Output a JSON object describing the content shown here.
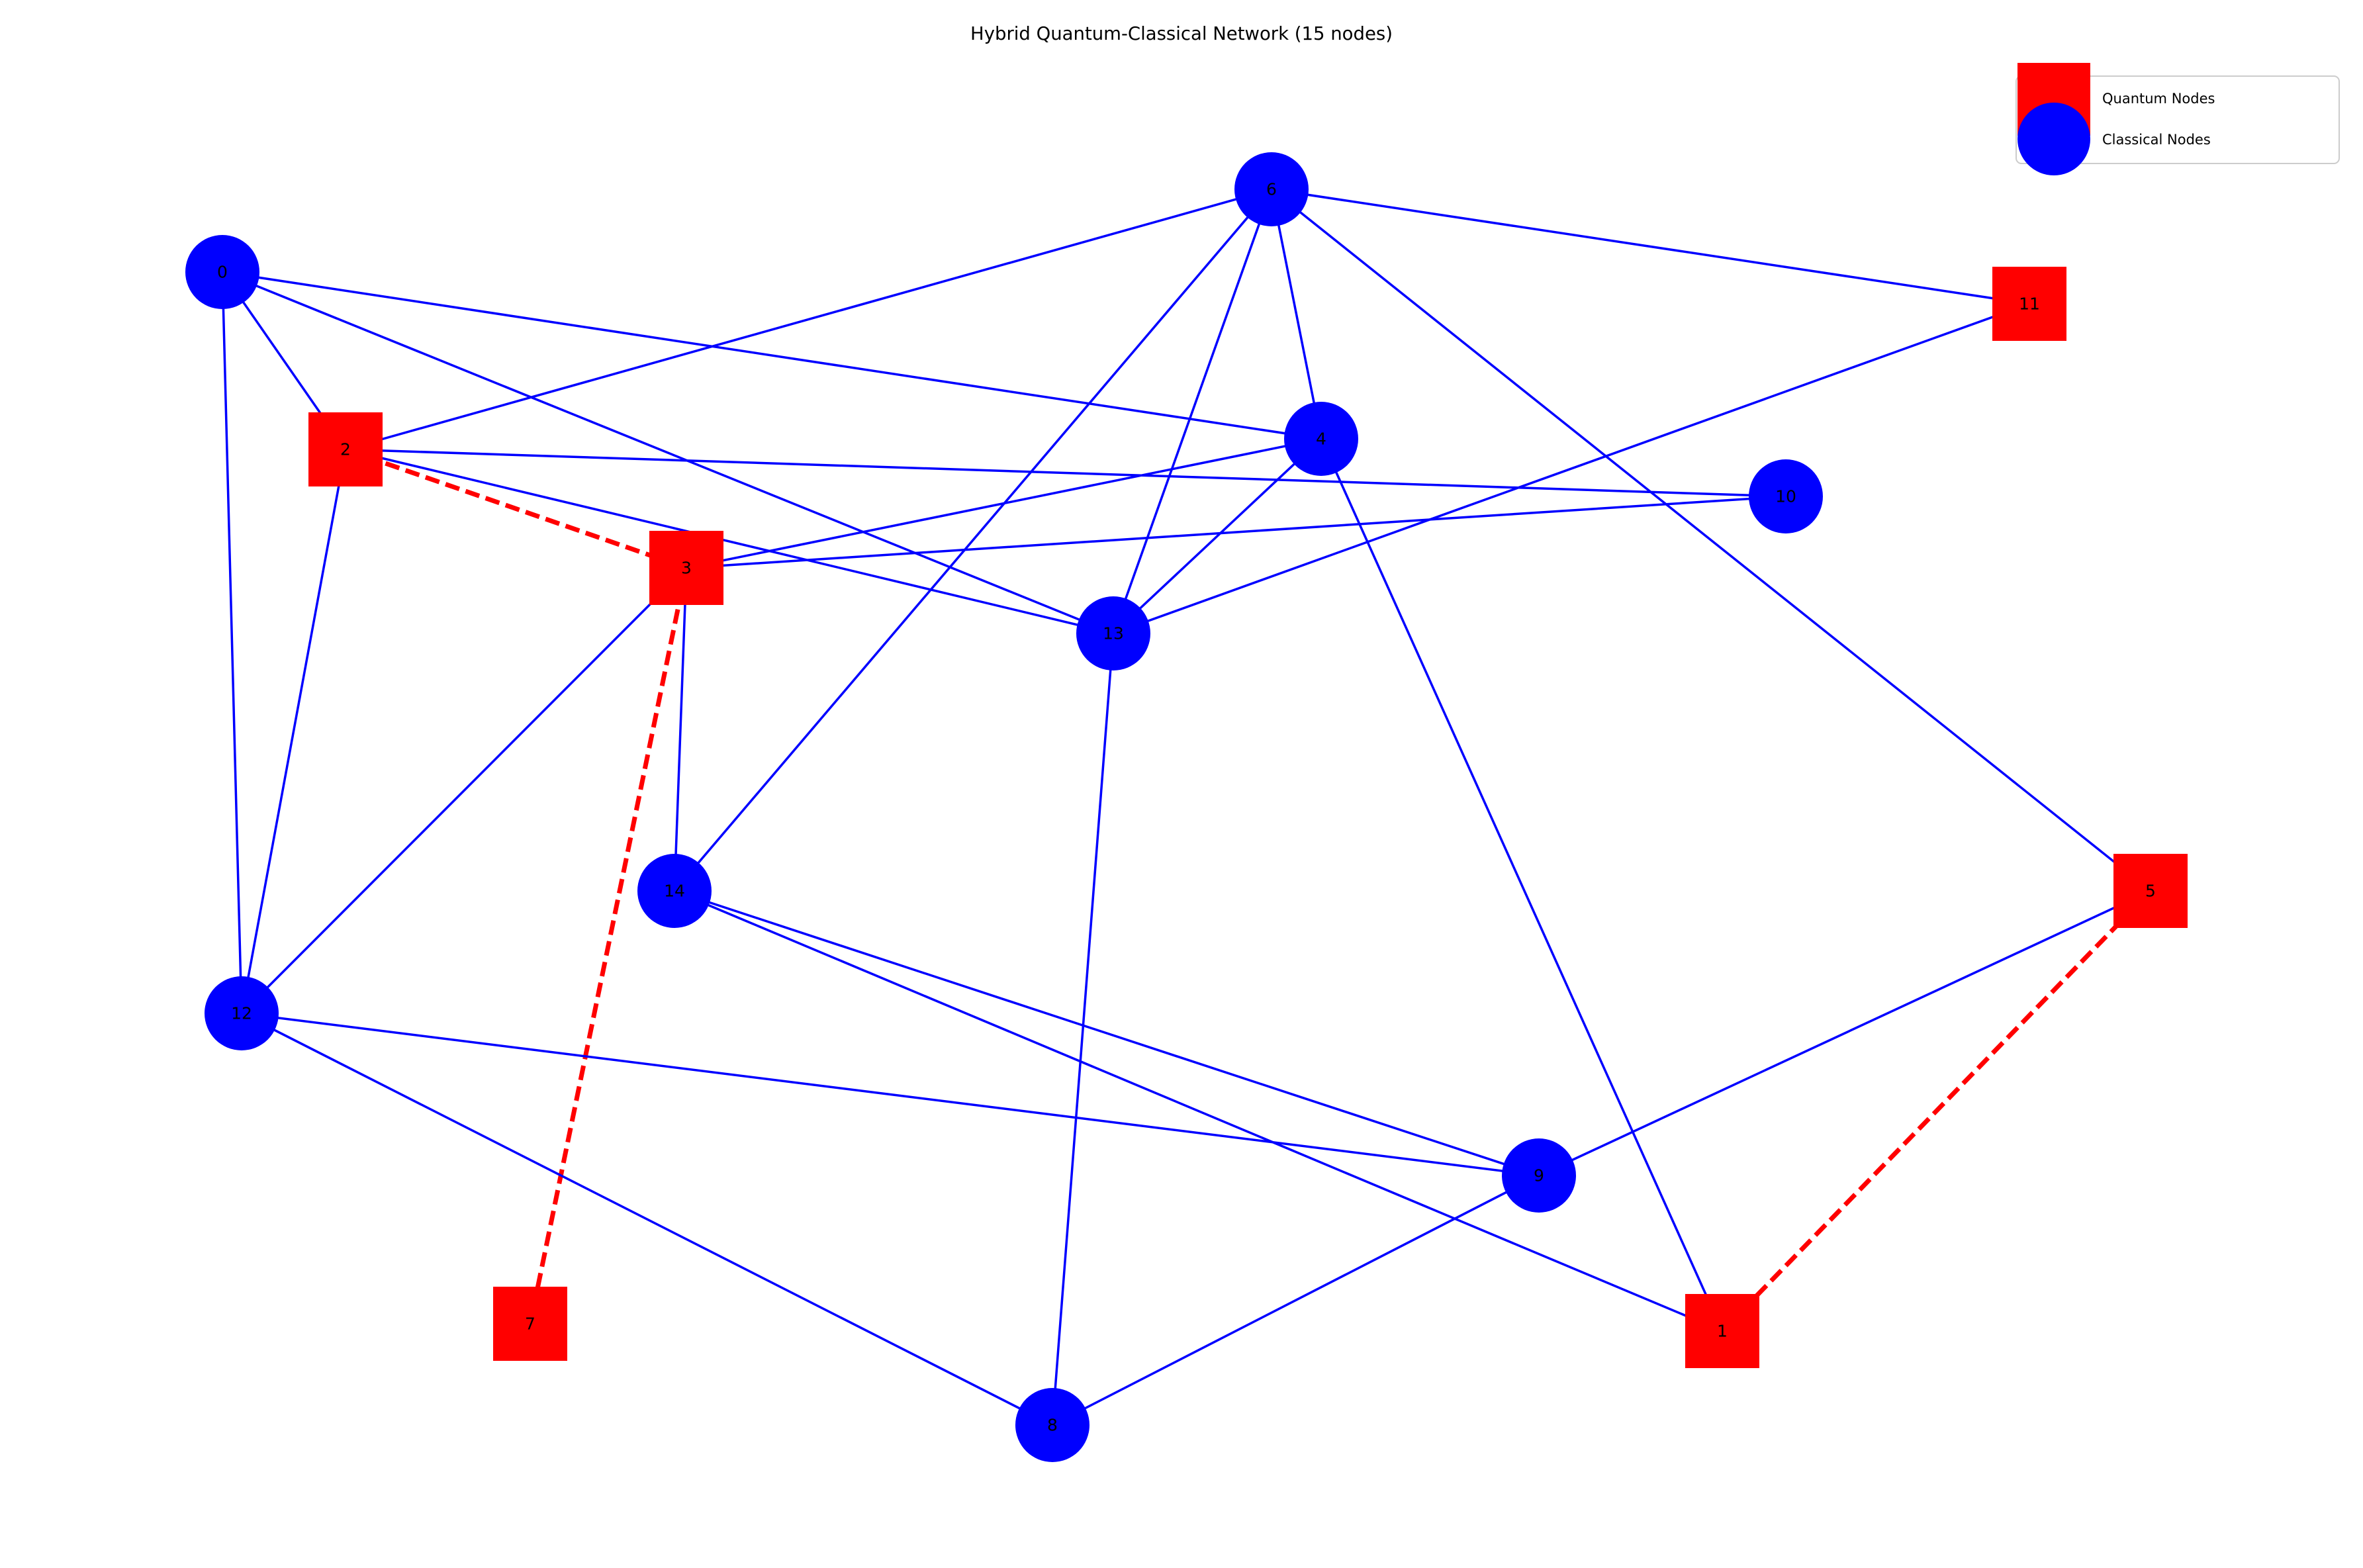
{
  "title": "Hybrid Quantum-Classical Network (15 nodes)",
  "legend": {
    "quantum_label": "Quantum Nodes",
    "classical_label": "Classical Nodes"
  },
  "colors": {
    "quantum": "#ff0000",
    "classical": "#0000ff",
    "classical_edge": "#0000ff",
    "quantum_edge": "#ff0000"
  },
  "nodes": [
    {
      "id": "0",
      "type": "classical"
    },
    {
      "id": "1",
      "type": "quantum"
    },
    {
      "id": "2",
      "type": "quantum"
    },
    {
      "id": "3",
      "type": "quantum"
    },
    {
      "id": "4",
      "type": "classical"
    },
    {
      "id": "5",
      "type": "quantum"
    },
    {
      "id": "6",
      "type": "classical"
    },
    {
      "id": "7",
      "type": "quantum"
    },
    {
      "id": "8",
      "type": "classical"
    },
    {
      "id": "9",
      "type": "classical"
    },
    {
      "id": "10",
      "type": "classical"
    },
    {
      "id": "11",
      "type": "quantum"
    },
    {
      "id": "12",
      "type": "classical"
    },
    {
      "id": "13",
      "type": "classical"
    },
    {
      "id": "14",
      "type": "classical"
    }
  ],
  "edges": [
    {
      "source": "0",
      "target": "2",
      "type": "classical"
    },
    {
      "source": "0",
      "target": "4",
      "type": "classical"
    },
    {
      "source": "0",
      "target": "13",
      "type": "classical"
    },
    {
      "source": "0",
      "target": "12",
      "type": "classical"
    },
    {
      "source": "2",
      "target": "6",
      "type": "classical"
    },
    {
      "source": "2",
      "target": "10",
      "type": "classical"
    },
    {
      "source": "2",
      "target": "13",
      "type": "classical"
    },
    {
      "source": "2",
      "target": "12",
      "type": "classical"
    },
    {
      "source": "2",
      "target": "3",
      "type": "quantum"
    },
    {
      "source": "3",
      "target": "4",
      "type": "classical"
    },
    {
      "source": "3",
      "target": "10",
      "type": "classical"
    },
    {
      "source": "3",
      "target": "14",
      "type": "classical"
    },
    {
      "source": "3",
      "target": "12",
      "type": "classical"
    },
    {
      "source": "3",
      "target": "7",
      "type": "quantum"
    },
    {
      "source": "6",
      "target": "11",
      "type": "classical"
    },
    {
      "source": "6",
      "target": "4",
      "type": "classical"
    },
    {
      "source": "6",
      "target": "13",
      "type": "classical"
    },
    {
      "source": "6",
      "target": "14",
      "type": "classical"
    },
    {
      "source": "6",
      "target": "5",
      "type": "classical"
    },
    {
      "source": "4",
      "target": "13",
      "type": "classical"
    },
    {
      "source": "4",
      "target": "1",
      "type": "classical"
    },
    {
      "source": "11",
      "target": "13",
      "type": "classical"
    },
    {
      "source": "13",
      "target": "8",
      "type": "classical"
    },
    {
      "source": "14",
      "target": "9",
      "type": "classical"
    },
    {
      "source": "14",
      "target": "1",
      "type": "classical"
    },
    {
      "source": "12",
      "target": "9",
      "type": "classical"
    },
    {
      "source": "12",
      "target": "8",
      "type": "classical"
    },
    {
      "source": "9",
      "target": "8",
      "type": "classical"
    },
    {
      "source": "9",
      "target": "5",
      "type": "classical"
    },
    {
      "source": "5",
      "target": "1",
      "type": "quantum"
    }
  ]
}
